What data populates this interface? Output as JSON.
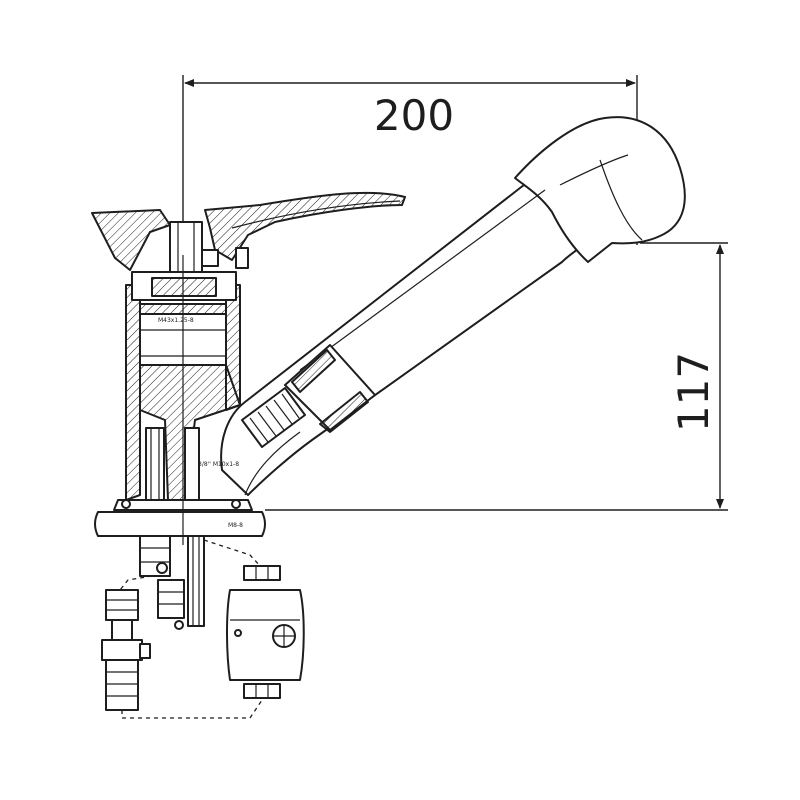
{
  "dimensions": {
    "width_label": "200",
    "height_label": "117"
  },
  "annotations": {
    "cartridge_thread": "M43x1.25-8",
    "inlet_thread": "3/8'' M10x1-8",
    "base_thread": "M8-8"
  },
  "colors": {
    "line": "#1e1e1e",
    "background": "#ffffff"
  }
}
